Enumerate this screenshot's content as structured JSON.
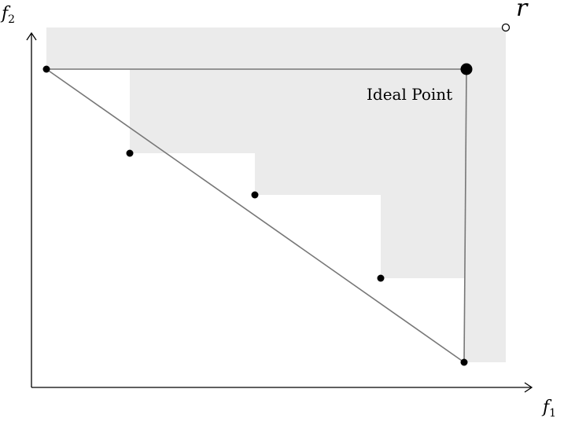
{
  "diagram": {
    "axes": {
      "x_label": "f",
      "x_sub": "1",
      "y_label": "f",
      "y_sub": "2"
    },
    "labels": {
      "ideal_point": "Ideal Point",
      "reference_point": "r"
    },
    "colors": {
      "dominated_region": "#ebebeb",
      "triangle_edge": "#777777",
      "points": "#000000",
      "axes": "#000000"
    }
  }
}
